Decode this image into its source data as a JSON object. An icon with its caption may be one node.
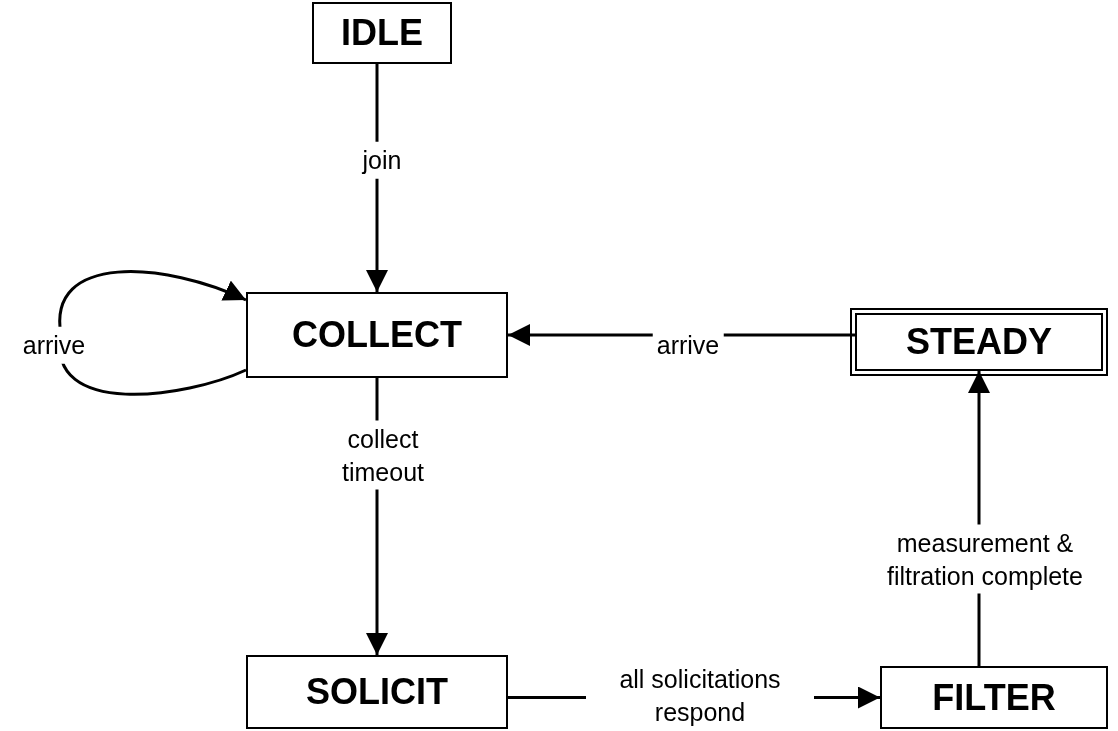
{
  "diagram": {
    "nodes": [
      {
        "text": [
          "IDLE"
        ]
      },
      {
        "text": [
          "COLLECT"
        ]
      },
      {
        "text": [
          "STEADY"
        ]
      },
      {
        "text": [
          "SOLICIT"
        ]
      },
      {
        "text": [
          "FILTER"
        ]
      }
    ],
    "edges": [
      {
        "from": 0,
        "to": 1,
        "arrow": "to",
        "label": "join"
      },
      {
        "from": 1,
        "to": 1,
        "arrow": "to",
        "label": "arrive"
      },
      {
        "from": 2,
        "to": 1,
        "arrow": "to",
        "label": "arrive"
      },
      {
        "from": 1,
        "to": 3,
        "arrow": "to",
        "label": "collect timeout"
      },
      {
        "from": 3,
        "to": 4,
        "arrow": "to",
        "label": "all solicitations respond"
      },
      {
        "from": 4,
        "to": 2,
        "arrow": "to",
        "label": "measurement & filtration complete"
      }
    ]
  }
}
